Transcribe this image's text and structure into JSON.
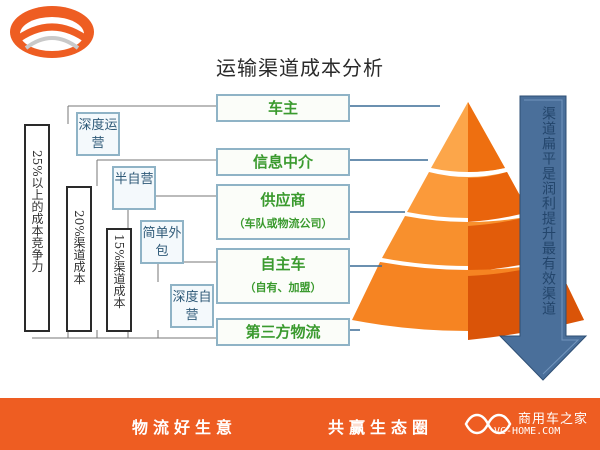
{
  "title": "运输渠道成本分析",
  "levels": [
    {
      "main": "车主",
      "sub": ""
    },
    {
      "main": "信息中介",
      "sub": ""
    },
    {
      "main": "供应商",
      "sub": "（车队或物流公司）"
    },
    {
      "main": "自主车",
      "sub": "（自有、加盟）"
    },
    {
      "main": "第三方物流",
      "sub": ""
    }
  ],
  "step_labels": [
    "深度运营",
    "半自营",
    "简单外包",
    "深度自营"
  ],
  "cost_labels": [
    "25%以上的成本竞争力",
    "20%渠道成本",
    "15%渠道成本"
  ],
  "arrow_text": "渠道扁平是润利提升最有效渠道",
  "footer": {
    "left": "物流好生意",
    "right": "共赢生态圈"
  },
  "watermark": {
    "cn": "商用车之家",
    "en": "VC-HOME.COM"
  },
  "colors": {
    "pyramid": "#f7931e",
    "footer": "#ee5d22",
    "level_text": "#3a9a2e",
    "arrow": "#4a6f9a",
    "box_border": "#8fb3c6"
  }
}
